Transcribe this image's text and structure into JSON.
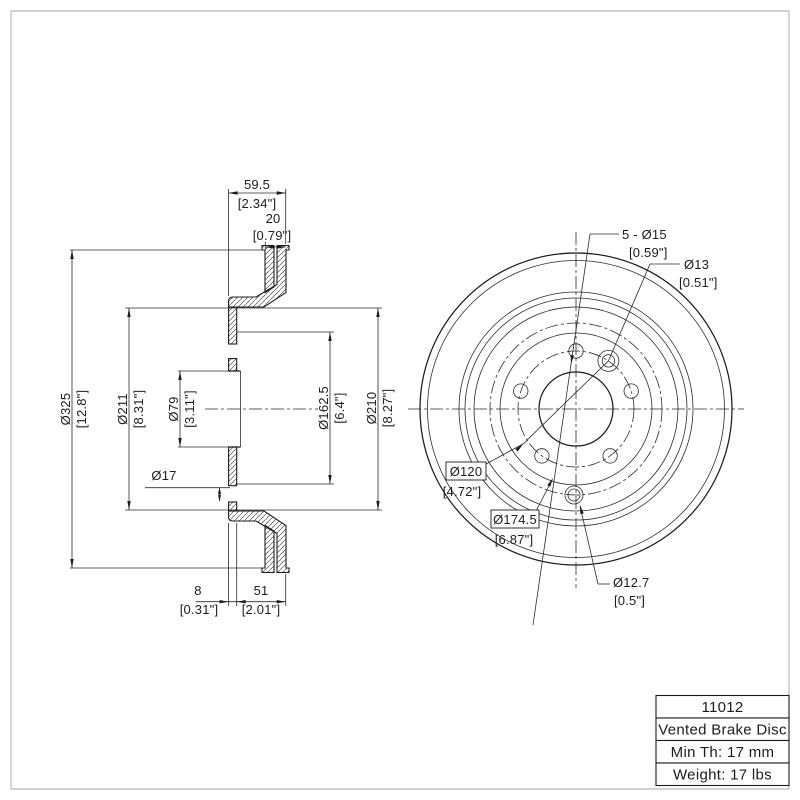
{
  "part": {
    "number": "11012",
    "type": "Vented Brake Disc",
    "min_thickness": "Min Th: 17 mm",
    "weight": "Weight: 17 lbs"
  },
  "title_block": {
    "rows": [
      "11012",
      "Vented Brake Disc",
      "Min Th: 17 mm",
      "Weight: 17 lbs"
    ]
  },
  "dims": {
    "total_width_mm": "59.5",
    "total_width_in": "[2.34\"]",
    "ring_width_mm": "20",
    "ring_width_in": "[0.79\"]",
    "outer_dia_mm": "Ø325",
    "outer_dia_in": "[12.8\"]",
    "hat_dia_mm": "Ø211",
    "hat_dia_in": "[8.31\"]",
    "bore_dia_mm": "Ø79",
    "bore_dia_in": "[3.11\"]",
    "hub_face_dia_mm": "Ø162.5",
    "hub_face_dia_in": "[6.4\"]",
    "ring_inner_dia_mm": "Ø210",
    "ring_inner_dia_in": "[8.27\"]",
    "plate_thk_mm": "8",
    "plate_thk_in": "[0.31\"]",
    "offset_mm": "51",
    "offset_in": "[2.01\"]",
    "screw_hole_mm": "Ø17",
    "lug_holes_mm": "5 - Ø15",
    "lug_holes_in": "[0.59\"]",
    "hole13_mm": "Ø13",
    "hole13_in": "[0.51\"]",
    "bolt_circle_mm": "Ø120",
    "bolt_circle_in": "[4.72\"]",
    "screw_circle_mm": "Ø174.5",
    "screw_circle_in": "[6.87\"]",
    "pin_hole_mm": "Ø12.7",
    "pin_hole_in": "[0.5\"]"
  },
  "colors": {
    "line": "#1c1c1c",
    "border": "#a9a9a9",
    "background": "#ffffff"
  }
}
